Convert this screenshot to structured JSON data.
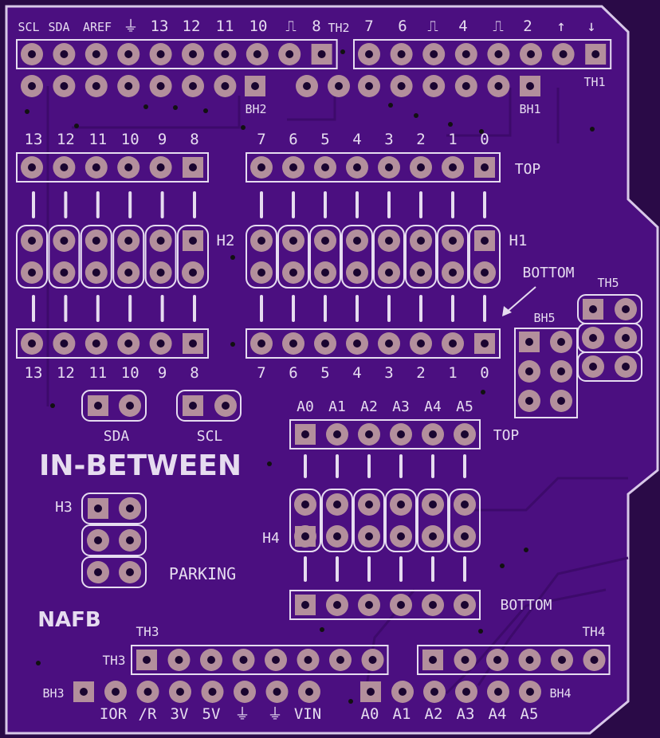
{
  "top_header_labels": [
    "SCL",
    "SDA",
    "AREF",
    "⏚",
    "13",
    "12",
    "11",
    "10",
    "⎍",
    "8",
    "TH2",
    "7",
    "6",
    "⎍",
    "4",
    "⎍",
    "2",
    "↑",
    "↓"
  ],
  "labels": {
    "bh1": "BH1",
    "bh2": "BH2",
    "th1": "TH1",
    "h1": "H1",
    "h2": "H2",
    "h3": "H3",
    "h4": "H4",
    "top1": "TOP",
    "top2": "TOP",
    "bottom1": "BOTTOM",
    "bottom2": "BOTTOM",
    "th5": "TH5",
    "bh5": "BH5",
    "sda": "SDA",
    "scl": "SCL",
    "title": "IN-BETWEEN",
    "parking": "PARKING",
    "brand": "NAFB",
    "th3a": "TH3",
    "th3b": "TH3",
    "th4": "TH4",
    "bh3": "BH3",
    "bh4": "BH4"
  },
  "upper_group_left": [
    "13",
    "12",
    "11",
    "10",
    "9",
    "8"
  ],
  "upper_group_right": [
    "7",
    "6",
    "5",
    "4",
    "3",
    "2",
    "1",
    "0"
  ],
  "analog_labels": [
    "A0",
    "A1",
    "A2",
    "A3",
    "A4",
    "A5"
  ],
  "bottom_power_labels": [
    "IOR",
    "/R",
    "3V",
    "5V",
    "⏚",
    "⏚",
    "VIN"
  ],
  "bottom_analog_labels": [
    "A0",
    "A1",
    "A2",
    "A3",
    "A4",
    "A5"
  ],
  "colors": {
    "board": "#4b0f80",
    "copper": "#b38f9c",
    "silk": "#e6dcf0",
    "trace": "#3d0a6b",
    "edge": "#2a0a47"
  }
}
